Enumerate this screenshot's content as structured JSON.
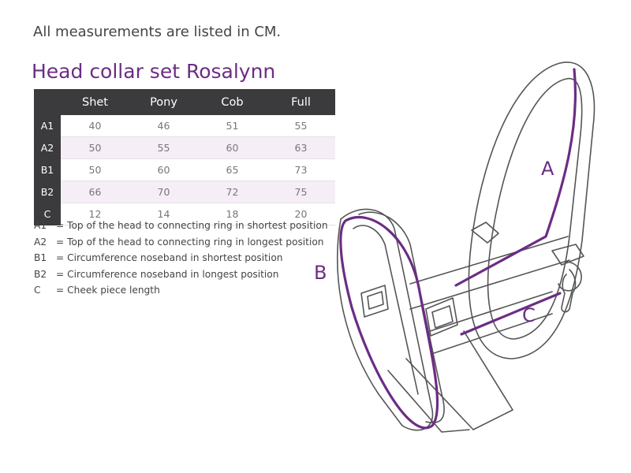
{
  "note": "All measurements are listed in CM.",
  "title": "Head collar set Rosalynn",
  "table": {
    "columns": [
      "Shet",
      "Pony",
      "Cob",
      "Full"
    ],
    "rows": [
      {
        "label": "A1",
        "values": [
          "40",
          "46",
          "51",
          "55"
        ]
      },
      {
        "label": "A2",
        "values": [
          "50",
          "55",
          "60",
          "63"
        ]
      },
      {
        "label": "B1",
        "values": [
          "50",
          "60",
          "65",
          "73"
        ]
      },
      {
        "label": "B2",
        "values": [
          "66",
          "70",
          "72",
          "75"
        ]
      },
      {
        "label": "C",
        "values": [
          "12",
          "14",
          "18",
          "20"
        ]
      }
    ]
  },
  "legend": [
    {
      "code": "A1",
      "text": "= Top of the head to connecting ring in shortest position"
    },
    {
      "code": "A2",
      "text": "= Top of the head to connecting ring in longest position"
    },
    {
      "code": "B1",
      "text": "= Circumference noseband in shortest position"
    },
    {
      "code": "B2",
      "text": "= Circumference noseband in longest position"
    },
    {
      "code": "C",
      "text": "= Cheek piece length"
    }
  ],
  "diagram": {
    "labels": {
      "a": "A",
      "b": "B",
      "c": "C"
    },
    "accent_color": "#6b2d84",
    "line_color": "#555555"
  }
}
